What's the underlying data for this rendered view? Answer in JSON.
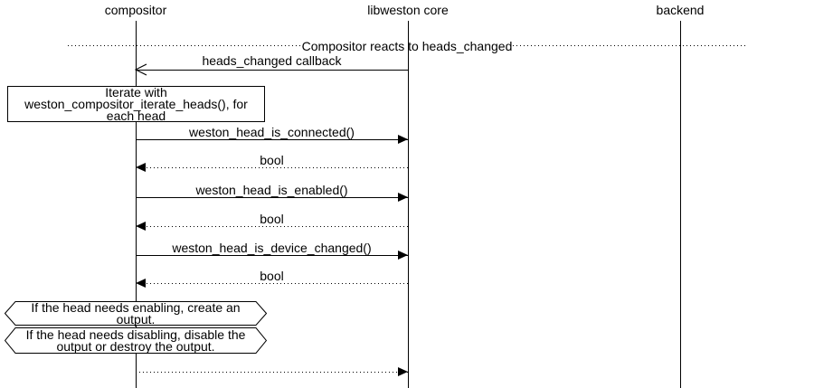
{
  "diagram": {
    "type": "sequence-diagram",
    "colors": {
      "foreground": "#000000",
      "background": "#ffffff"
    },
    "participants": [
      {
        "label": "compositor"
      },
      {
        "label": "libweston core"
      },
      {
        "label": "backend"
      }
    ],
    "divider": {
      "label": "Compositor reacts to heads_changed"
    },
    "messages": [
      {
        "label": "heads_changed callback",
        "from": "libweston core",
        "to": "compositor",
        "line_style": "solid",
        "arrowhead": "open"
      },
      {
        "label": "weston_head_is_connected()",
        "from": "compositor",
        "to": "libweston core",
        "line_style": "solid",
        "arrowhead": "filled"
      },
      {
        "label": "bool",
        "from": "libweston core",
        "to": "compositor",
        "line_style": "dotted",
        "arrowhead": "filled"
      },
      {
        "label": "weston_head_is_enabled()",
        "from": "compositor",
        "to": "libweston core",
        "line_style": "solid",
        "arrowhead": "filled"
      },
      {
        "label": "bool",
        "from": "libweston core",
        "to": "compositor",
        "line_style": "dotted",
        "arrowhead": "filled"
      },
      {
        "label": "weston_head_is_device_changed()",
        "from": "compositor",
        "to": "libweston core",
        "line_style": "solid",
        "arrowhead": "filled"
      },
      {
        "label": "bool",
        "from": "libweston core",
        "to": "compositor",
        "line_style": "dotted",
        "arrowhead": "filled"
      },
      {
        "label": "",
        "from": "compositor",
        "to": "libweston core",
        "line_style": "dotted",
        "arrowhead": "filled"
      }
    ],
    "notes": {
      "iterate": {
        "text": "Iterate with weston_compositor_iterate_heads(), for each head",
        "lines": [
          "Iterate with",
          "weston_compositor_iterate_heads(), for",
          "each head"
        ]
      },
      "enabling": {
        "text": "If the head needs enabling, create an output.",
        "lines": [
          "If the head needs enabling, create an",
          "output."
        ]
      },
      "disabling": {
        "text": "If the head needs disabling, disable the output or destroy the output.",
        "lines": [
          "If the head needs disabling, disable the",
          "output or destroy the output."
        ]
      }
    }
  }
}
